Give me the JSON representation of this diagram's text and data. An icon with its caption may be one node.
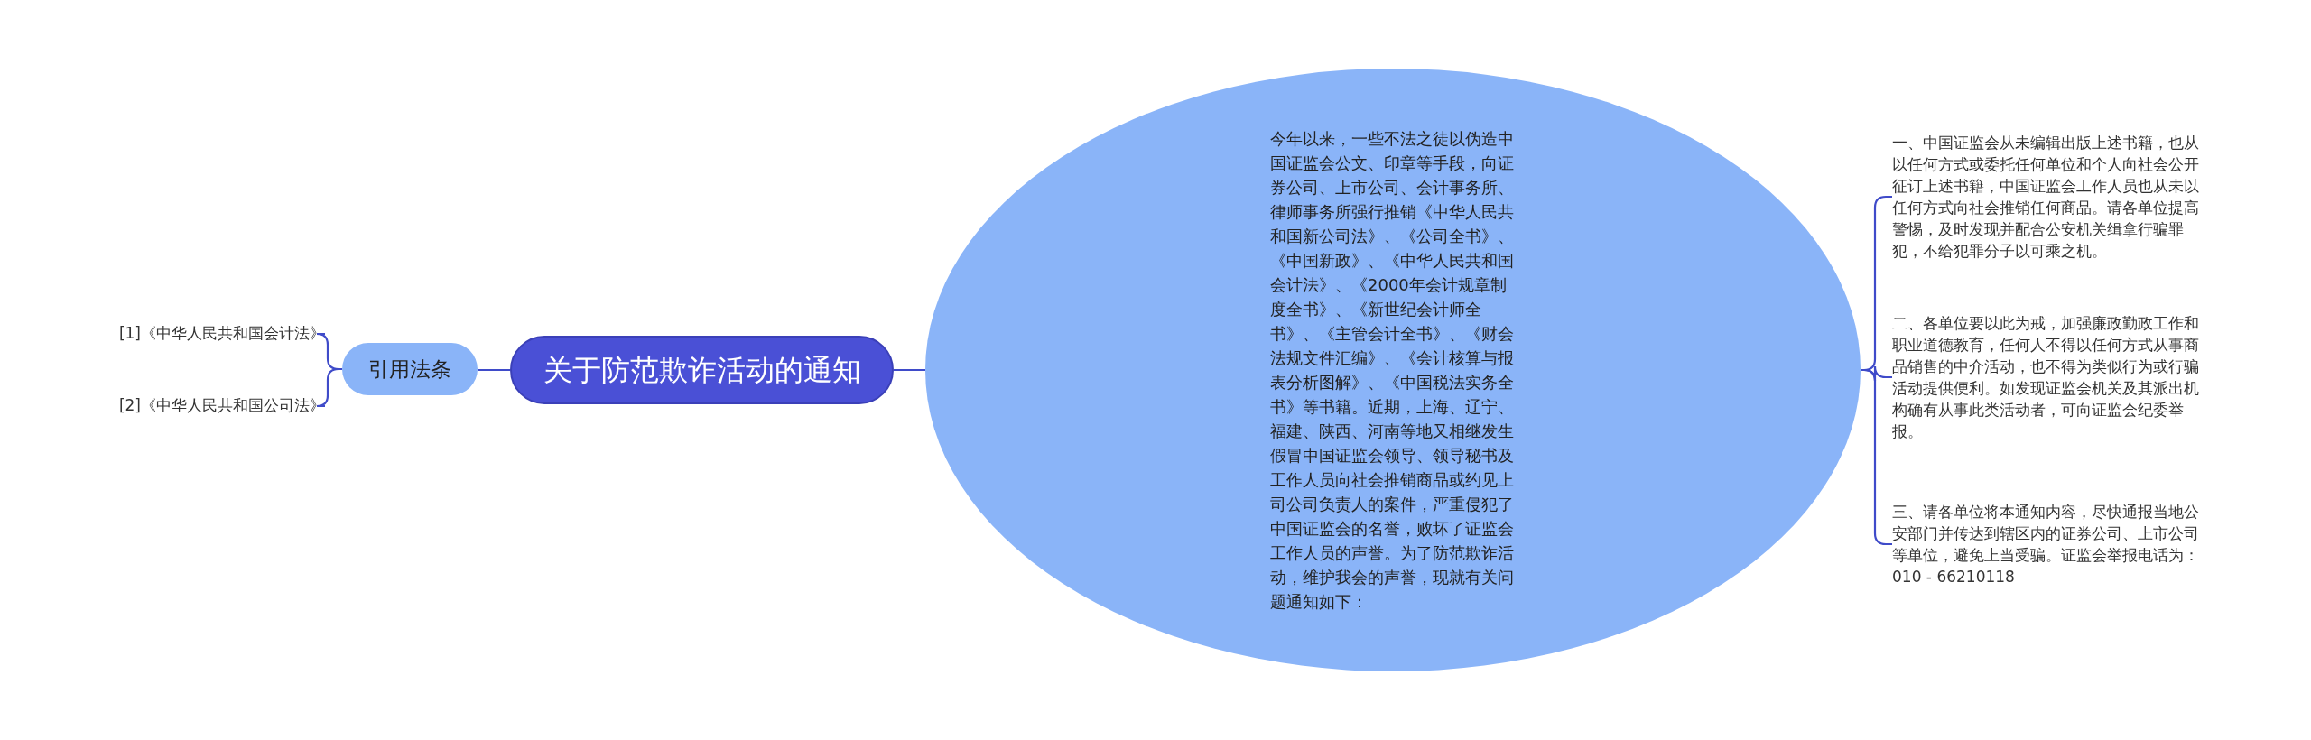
{
  "diagram": {
    "nodes": [
      {
        "text": [
          "关于防范欺诈活动的通知"
        ]
      },
      {
        "text": [
          "引用法条"
        ]
      },
      {
        "text": [
          "[1]《中华人民共和国会计法》"
        ]
      },
      {
        "text": [
          "[2]《中华人民共和国公司法》"
        ]
      },
      {
        "text": [
          "今年以来，一些不法之徒以伪造中国证监会公文、印章等手段，向证券公司、上市公司、会计事务所、律师事务所强行推销《中华人民共和国新公司法》、《公司全书》、《中国新政》、《中华人民共和国会计法》、《2000年会计规章制度全书》、《新世纪会计师全书》、《主管会计全书》、《财会法规文件汇编》、《会计核算与报表分析图解》、《中国税法实务全书》等书籍。近期，上海、辽宁、福建、陕西、河南等地又相继发生假冒中国证监会领导、领导秘书及工作人员向社会推销商品或约见上司公司负责人的案件，严重侵犯了中国证监会的名誉，败坏了证监会工作人员的声誉。为了防范欺诈活动，维护我会的声誉，现就有关问题通知如下："
        ]
      },
      {
        "text": [
          "一、中国证监会从未编辑出版上述书籍，也从以任何方式或委托任何单位和个人向社会公开征订上述书籍，中国证监会工作人员也从未以任何方式向社会推销任何商品。请各单位提高警惕，及时发现并配合公安机关缉拿行骗罪犯，不给犯罪分子以可乘之机。"
        ]
      },
      {
        "text": [
          "二、各单位要以此为戒，加强廉政勤政工作和职业道德教育，任何人不得以任何方式从事商品销售的中介活动，也不得为类似行为或行骗活动提供便利。如发现证监会机关及其派出机构确有从事此类活动者，可向证监会纪委举报。"
        ]
      },
      {
        "text": [
          "三、请各单位将本通知内容，尽快通报当地公安部门并传达到辖区内的证券公司、上市公司等单位，避免上当受骗。证监会举报电话为：010 - 66210118"
        ]
      }
    ],
    "edges": [
      {
        "from": 0,
        "to": 1,
        "arrow": "none"
      },
      {
        "from": 1,
        "to": 2,
        "arrow": "none"
      },
      {
        "from": 1,
        "to": 3,
        "arrow": "none"
      },
      {
        "from": 0,
        "to": 4,
        "arrow": "none"
      },
      {
        "from": 4,
        "to": 5,
        "arrow": "none"
      },
      {
        "from": 4,
        "to": 6,
        "arrow": "none"
      },
      {
        "from": 4,
        "to": 7,
        "arrow": "none"
      }
    ]
  }
}
